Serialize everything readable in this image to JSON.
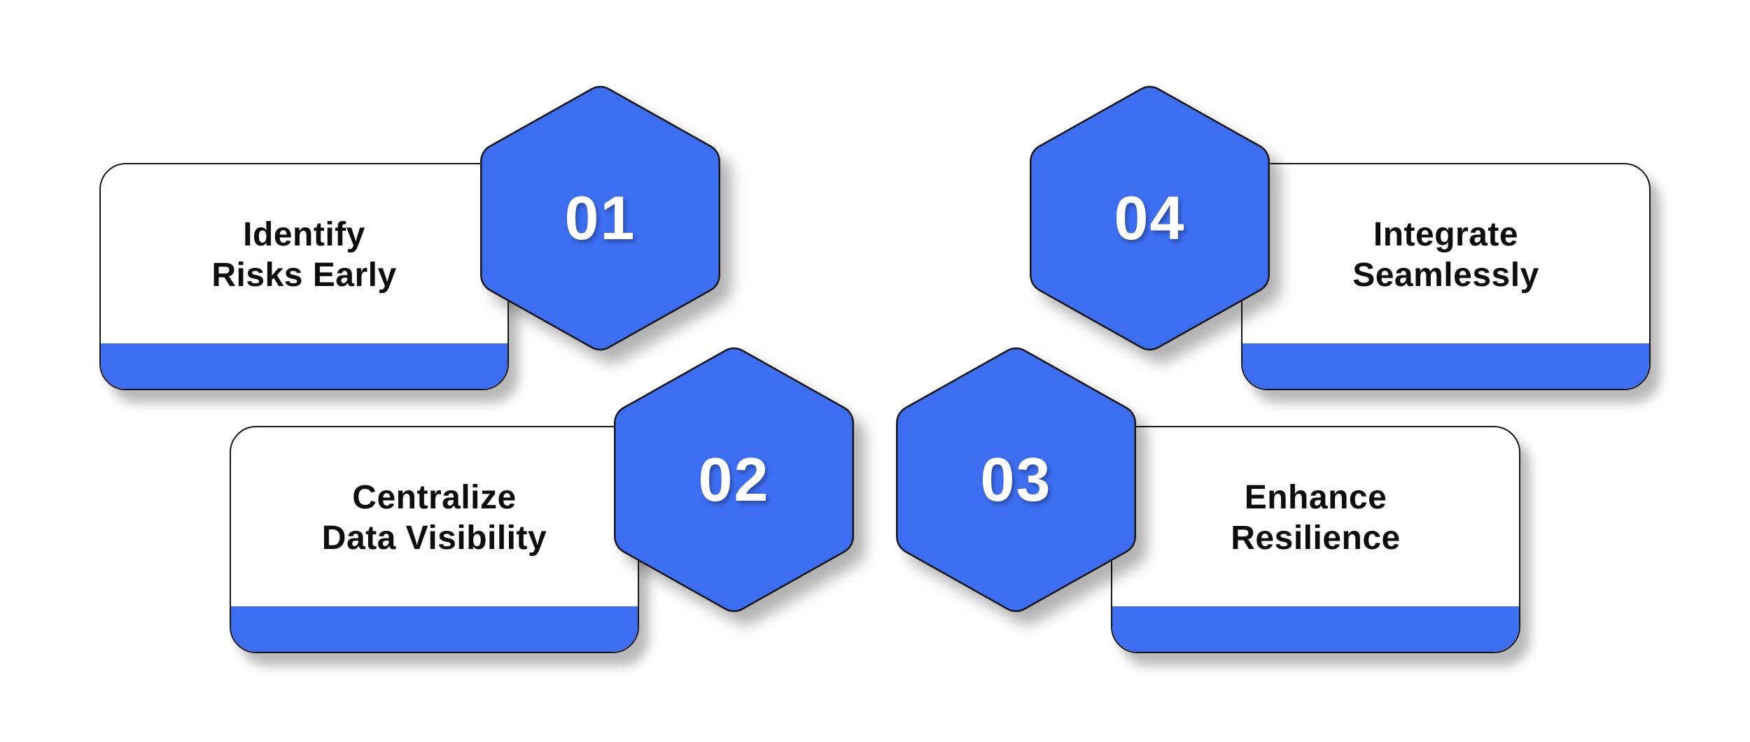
{
  "colors": {
    "accent_blue": "#3D6EF2",
    "card_background": "#FFFFFF",
    "outline_black": "#161616",
    "title_text": "#0D0D0D",
    "number_text": "#FFFFFF",
    "page_background": "#FFFFFF"
  },
  "steps": [
    {
      "number": "01",
      "line1": "Identify",
      "line2": "Risks Early"
    },
    {
      "number": "02",
      "line1": "Centralize",
      "line2": "Data Visibility"
    },
    {
      "number": "03",
      "line1": "Enhance",
      "line2": "Resilience"
    },
    {
      "number": "04",
      "line1": "Integrate",
      "line2": "Seamlessly"
    }
  ]
}
